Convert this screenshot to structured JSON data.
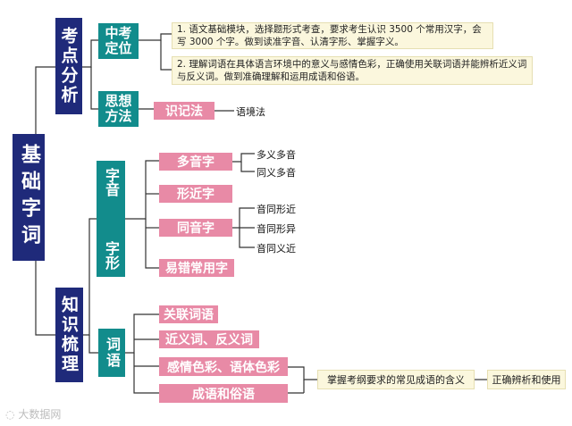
{
  "colors": {
    "navy": "#1f2a7a",
    "teal": "#128c8c",
    "pink": "#e88aa6",
    "cream": "#fbf7dd",
    "line": "#333333"
  },
  "root": "基础字词",
  "analysis": {
    "label": "考点分析",
    "positioning": {
      "label": "中考定位",
      "note1": "1. 语文基础模块，选择题形式考查，要求考生认识 3500 个常用汉字，会写 3000 个字。做到读准字音、认清字形、掌握字义。",
      "note2": "2. 理解词语在具体语言环境中的意义与感情色彩，正确使用关联词语并能辨析近义词与反义词。做到准确理解和运用成语和俗语。"
    },
    "method": {
      "label": "思想方法",
      "item": "识记法",
      "sub": "语境法"
    }
  },
  "knowledge": {
    "label": "知识梳理",
    "zi": {
      "label_top": "字音",
      "label_bottom": "字形",
      "items": [
        {
          "label": "多音字",
          "subs": [
            "多义多音",
            "同义多音"
          ]
        },
        {
          "label": "形近字",
          "subs": []
        },
        {
          "label": "同音字",
          "subs": [
            "音同形近",
            "音同形异",
            "音同义近"
          ]
        },
        {
          "label": "易错常用字",
          "subs": []
        }
      ]
    },
    "ci": {
      "label": "词语",
      "items": [
        "关联词语",
        "近义词、反义词",
        "感情色彩、语体色彩",
        "成语和俗语"
      ],
      "idiom_note": "掌握考纲要求的常见成语的含义",
      "idiom_use": "正确辨析和使用"
    }
  },
  "watermark": "大数据网"
}
